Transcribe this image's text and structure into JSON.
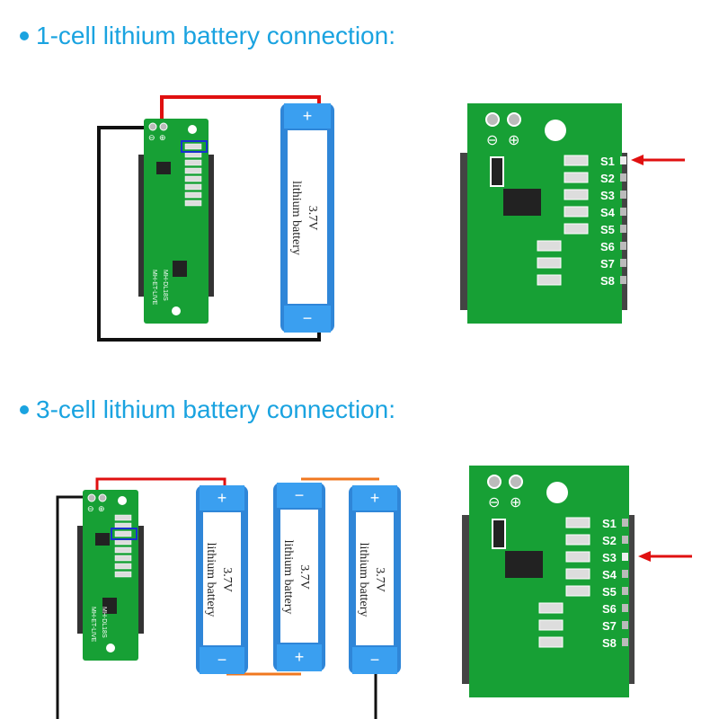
{
  "sections": [
    {
      "heading": "1-cell lithium battery connection:",
      "board": {
        "model": "MH-DL18S",
        "brand": "MH-ET-LIVE",
        "neg_pin": "⊖",
        "pos_pin": "⊕",
        "highlight_row": "S1"
      },
      "batteries": [
        {
          "voltage": "3.7V",
          "label": "lithium battery",
          "top": "+",
          "bottom": "−"
        }
      ],
      "closeup": {
        "labels": [
          "S1",
          "S2",
          "S3",
          "S4",
          "S5",
          "S6",
          "S7",
          "S8"
        ],
        "selected": "S1",
        "neg_pin": "⊖",
        "pos_pin": "⊕"
      }
    },
    {
      "heading": "3-cell lithium battery connection:",
      "board": {
        "model": "MH-DL18S",
        "brand": "MH-ET-LIVE",
        "neg_pin": "⊖",
        "pos_pin": "⊕",
        "highlight_row": "S3"
      },
      "batteries": [
        {
          "voltage": "3.7V",
          "label": "lithium battery",
          "top": "+",
          "bottom": "−"
        },
        {
          "voltage": "3.7V",
          "label": "lithium battery",
          "top": "−",
          "bottom": "+"
        },
        {
          "voltage": "3.7V",
          "label": "lithium battery",
          "top": "+",
          "bottom": "−"
        }
      ],
      "closeup": {
        "labels": [
          "S1",
          "S2",
          "S3",
          "S4",
          "S5",
          "S6",
          "S7",
          "S8"
        ],
        "selected": "S3",
        "neg_pin": "⊖",
        "pos_pin": "⊕"
      }
    }
  ],
  "colors": {
    "heading": "#1aa3e0",
    "pcb": "#17a035",
    "pcb_dark": "#0e7d26",
    "battery": "#2f86d8",
    "battery_cap": "#3a9ff0",
    "wire_pos": "#e01010",
    "wire_neg": "#111111",
    "wire_link": "#f07820",
    "highlight_box": "#1a2fd0",
    "arrow": "#e01010"
  }
}
